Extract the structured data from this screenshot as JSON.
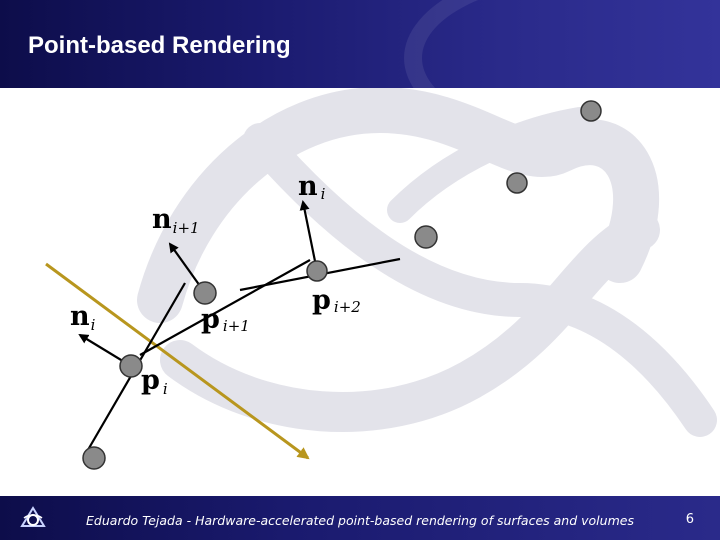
{
  "header": {
    "title": "Point-based Rendering"
  },
  "diagram": {
    "labels": [
      {
        "id": "n_i_top",
        "main": "n",
        "sub": "i"
      },
      {
        "id": "n_i1",
        "main": "n",
        "sub": "i+1"
      },
      {
        "id": "n_i_left",
        "main": "n",
        "sub": "i"
      },
      {
        "id": "p_i1",
        "main": "p",
        "sub": "i+1"
      },
      {
        "id": "p_i2",
        "main": "p",
        "sub": "i+2"
      },
      {
        "id": "p_i",
        "main": "p",
        "sub": "i"
      }
    ],
    "colors": {
      "point_fill": "#8a8a8a",
      "point_stroke": "#333333",
      "line": "#000000",
      "projection_line": "#b8961e",
      "background_shape": "#dcdce4"
    }
  },
  "footer": {
    "text": "Eduardo Tejada - Hardware-accelerated point-based rendering of surfaces and volumes",
    "page": "6"
  }
}
